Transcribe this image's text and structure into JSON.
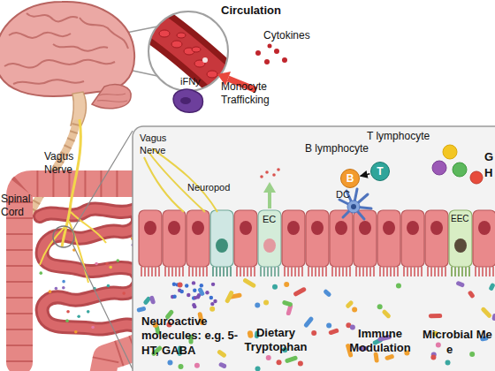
{
  "diagram": {
    "nodes": [
      {
        "text": [
          "B lymphocyte",
          "B"
        ]
      },
      {
        "text": [
          "T lymphocyte",
          "T"
        ]
      }
    ],
    "edges": [
      {
        "from": 1,
        "to": 0,
        "arrow": "to"
      }
    ],
    "labels": [
      "Circulation",
      "Cytokines",
      "iFNy",
      "Monocyte Trafficking",
      "Vagus Nerve",
      "Spinal Cord",
      "Vagus Nerve",
      "Neuropod",
      "EC",
      "DC",
      "EEC",
      "G",
      "H",
      "Neuroactive molecules: e.g. 5-HT, GABA",
      "Dietary Tryptophan",
      "Immune Modulation",
      "Microbial Me",
      "e"
    ]
  }
}
